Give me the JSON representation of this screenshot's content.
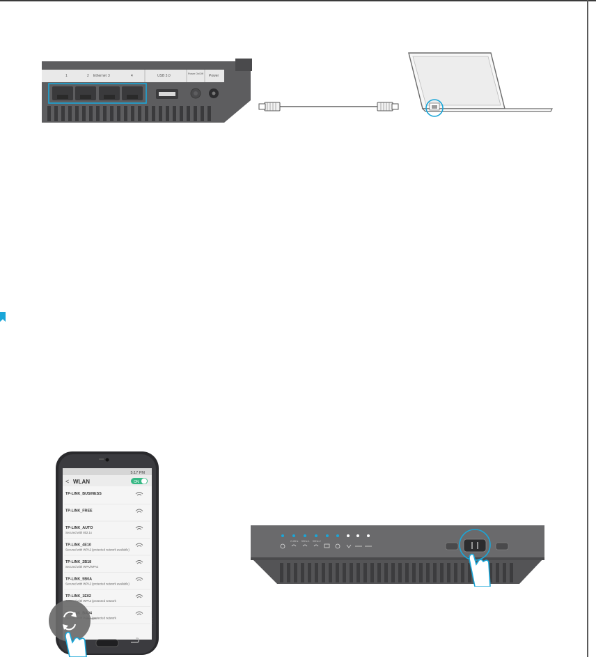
{
  "router_back_panel": {
    "port_numbers": [
      "1",
      "2",
      "3",
      "4"
    ],
    "ethernet_label": "Ethernet",
    "usb_label": "USB 3.0",
    "power_onoff_label": "Power On/Off",
    "power_label": "Power"
  },
  "phone": {
    "status_time": "5:17 PM",
    "screen_title": "WLAN",
    "toggle_label": "ON",
    "networks": [
      {
        "name": "TP-LINK_BUSINESS",
        "detail": ""
      },
      {
        "name": "TP-LINK_FREE",
        "detail": ""
      },
      {
        "name": "TP-LINK_AUTO",
        "detail": "Secured with 802.1x"
      },
      {
        "name": "TP-LINK_4E10",
        "detail": "Secured with WPA2 (protected network available)"
      },
      {
        "name": "TP-LINK_2B18",
        "detail": "Secured with WPA/WPA2"
      },
      {
        "name": "TP-LINK_5B0A",
        "detail": "Secured with WPA2 (protected network available)"
      },
      {
        "name": "TP-LINK_1E02",
        "detail": "Secured with WPA2 (protected network"
      },
      {
        "name": "TP-LINK_BA04",
        "detail": "Secured with WPA2 (protected network"
      }
    ]
  },
  "router_front": {
    "led_labels": [
      "2.4GHz",
      "5GHz-1",
      "5GHz-2"
    ]
  },
  "colors": {
    "accent_blue": "#1aa6d8",
    "device_gray": "#5d5d5f"
  }
}
